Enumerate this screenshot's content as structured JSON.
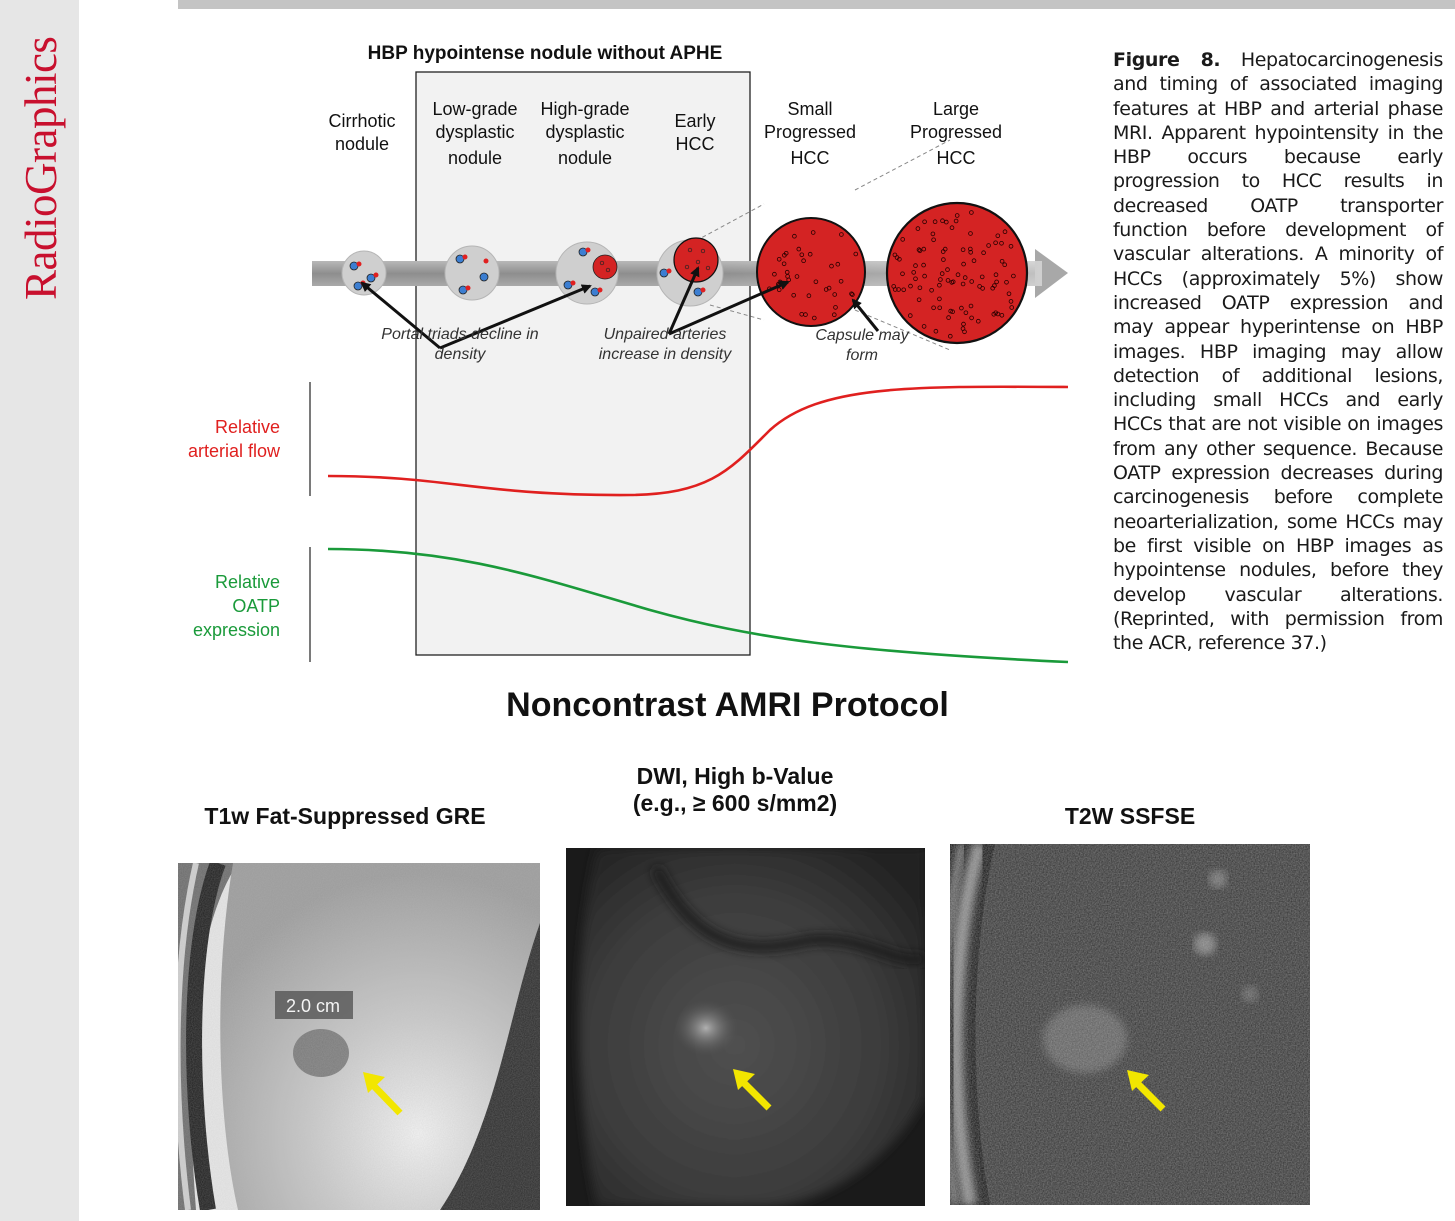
{
  "journal_name": "RadioGraphics",
  "figure": {
    "diagram_title": "HBP hypointense nodule without APHE",
    "stages": [
      {
        "line1": "Cirrhotic",
        "line2": "nodule",
        "line3": ""
      },
      {
        "line1": "Low-grade",
        "line2": "dysplastic",
        "line3": "nodule"
      },
      {
        "line1": "High-grade",
        "line2": "dysplastic",
        "line3": "nodule"
      },
      {
        "line1": "Early",
        "line2": "HCC",
        "line3": ""
      },
      {
        "line1": "Small",
        "line2": "Progressed",
        "line3": "HCC"
      },
      {
        "line1": "Large",
        "line2": "Progressed",
        "line3": "HCC"
      }
    ],
    "annotations": [
      {
        "line1": "Portal triads decline in",
        "line2": "density"
      },
      {
        "line1": "Unpaired arteries",
        "line2": "increase in density"
      },
      {
        "line1": "Capsule may",
        "line2": "form"
      }
    ],
    "curves": [
      {
        "label_line1": "Relative",
        "label_line2": "arterial flow",
        "label_line3": "",
        "color": "#e0201f"
      },
      {
        "label_line1": "Relative",
        "label_line2": "OATP",
        "label_line3": "expression",
        "color": "#1a9a3a"
      }
    ],
    "caption": {
      "label": "Figure 8.",
      "text": "Hepatocarcinogenesis and timing of associated imaging features at HBP and arterial phase MRI. Apparent hypointensity in the HBP occurs because early progression to HCC results in decreased OATP transporter function before development of vascular alterations. A minority of HCCs (approximately 5%) show increased OATP expression and may appear hyperintense on HBP images. HBP imaging may allow detection of additional lesions, including small HCCs and early HCCs that are not visible on images from any other sequence. Because OATP expression decreases during carcinogenesis before complete neoarterialization, some HCCs may be first visible on HBP images as hypointense nodules, before they develop vascular alterations. (Reprinted, with permission from the ACR, reference 37.)"
    }
  },
  "protocol": {
    "title": "Noncontrast AMRI Protocol",
    "panels": [
      {
        "title_line1": "T1w Fat-Suppressed GRE",
        "title_line2": "",
        "measure_label": "2.0 cm"
      },
      {
        "title_line1": "DWI, High b-Value",
        "title_line2": "(e.g., ≥ 600 s/mm2)",
        "measure_label": ""
      },
      {
        "title_line1": "T2W SSFSE",
        "title_line2": "",
        "measure_label": ""
      }
    ],
    "arrow_color": "#f2e600"
  }
}
